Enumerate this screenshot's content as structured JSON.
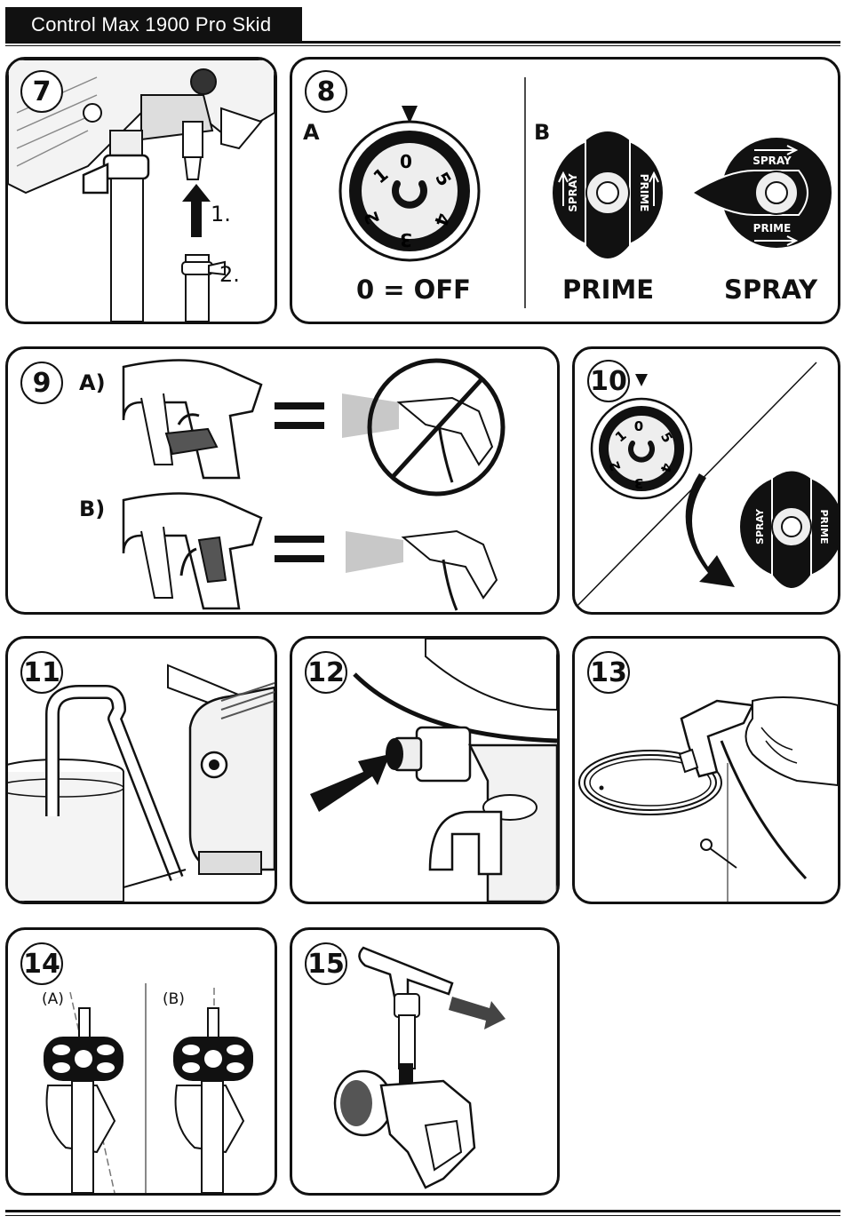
{
  "header": {
    "title": "Control Max 1900 Pro Skid"
  },
  "steps": {
    "s7": {
      "number": "7",
      "label1": "1.",
      "label2": "2."
    },
    "s8": {
      "number": "8",
      "label_a": "A",
      "label_b": "B",
      "dial_caption": "0 = OFF",
      "dial_numbers": [
        "0",
        "1",
        "2",
        "3",
        "4",
        "5"
      ],
      "prime_caption": "PRIME",
      "spray_caption": "SPRAY",
      "knob_spray": "SPRAY",
      "knob_prime": "PRIME"
    },
    "s9": {
      "number": "9",
      "label_a": "A)",
      "label_b": "B)"
    },
    "s10": {
      "number": "10",
      "knob_spray": "SPRAY",
      "knob_prime": "PRIME"
    },
    "s11": {
      "number": "11"
    },
    "s12": {
      "number": "12"
    },
    "s13": {
      "number": "13"
    },
    "s14": {
      "number": "14",
      "label_a": "(A)",
      "label_b": "(B)"
    },
    "s15": {
      "number": "15"
    }
  },
  "colors": {
    "ink": "#111111",
    "paper": "#ffffff",
    "shade": "#c8c8c8"
  }
}
